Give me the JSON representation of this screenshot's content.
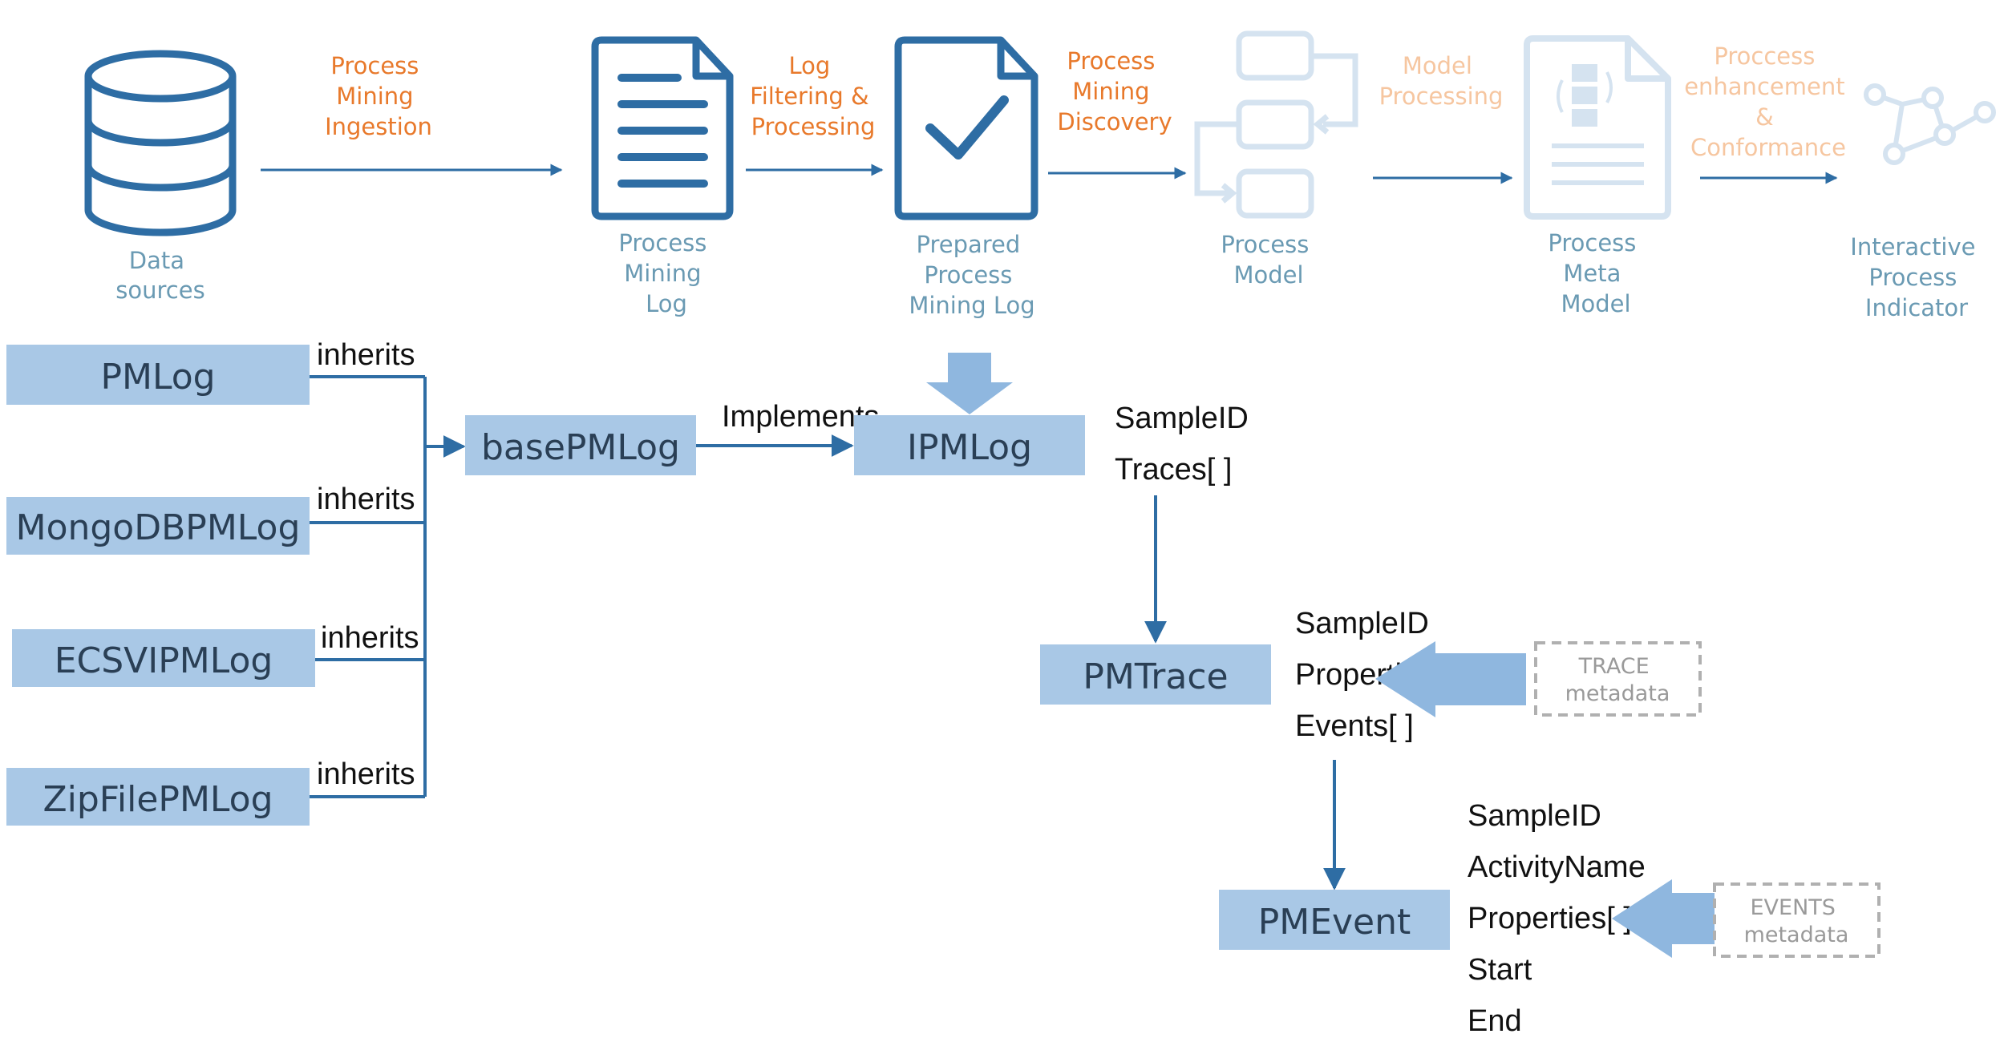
{
  "pipeline": {
    "data_sources_label": [
      "Data",
      "sources"
    ],
    "step1_label": [
      "Process",
      "Mining",
      "Ingestion"
    ],
    "log_label": [
      "Process",
      "Mining",
      "Log"
    ],
    "step2_label": [
      "Log",
      "Filtering &",
      "Processing"
    ],
    "prepared_log_label": [
      "Prepared",
      "Process",
      "Mining Log"
    ],
    "step3_label": [
      "Process",
      "Mining",
      "Discovery"
    ],
    "process_model_label": [
      "Process",
      "Model"
    ],
    "step4_label": [
      "Model",
      "Processing"
    ],
    "meta_model_label": [
      "Process",
      "Meta",
      "Model"
    ],
    "step5_label": [
      "Proccess",
      "enhancement",
      "&",
      "Conformance"
    ],
    "indicator_label": [
      "Interactive",
      "Process",
      "Indicator"
    ]
  },
  "classes": {
    "pmlog": "PMLog",
    "mongodb": "MongoDBPMLog",
    "ecsvi": "ECSVIPMLog",
    "zipfile": "ZipFilePMLog",
    "base": "basePMLog",
    "ipmlog": "IPMLog",
    "pmtrace": "PMTrace",
    "pmevent": "PMEvent"
  },
  "relations": {
    "inherits": "inherits",
    "implements": "Implements"
  },
  "fields": {
    "ipmlog": [
      "SampleID",
      "Traces[ ]"
    ],
    "pmtrace": [
      "SampleID",
      "Properties[ ]",
      "Events[ ]"
    ],
    "pmevent": [
      "SampleID",
      "ActivityName",
      "Properties[ ]",
      "Start",
      "End"
    ]
  },
  "metadata": {
    "trace": [
      "TRACE",
      "metadata"
    ],
    "events": [
      "EVENTS",
      "metadata"
    ]
  },
  "colors": {
    "dark_blue": "#2e6da4",
    "box_blue": "#a9c8e6",
    "orange": "#e8792b",
    "faded_orange": "#f6c6a0",
    "teal_text": "#6a9ab3",
    "faded_blue": "#d5e3f0",
    "gray_dash": "#b0b0b0"
  }
}
